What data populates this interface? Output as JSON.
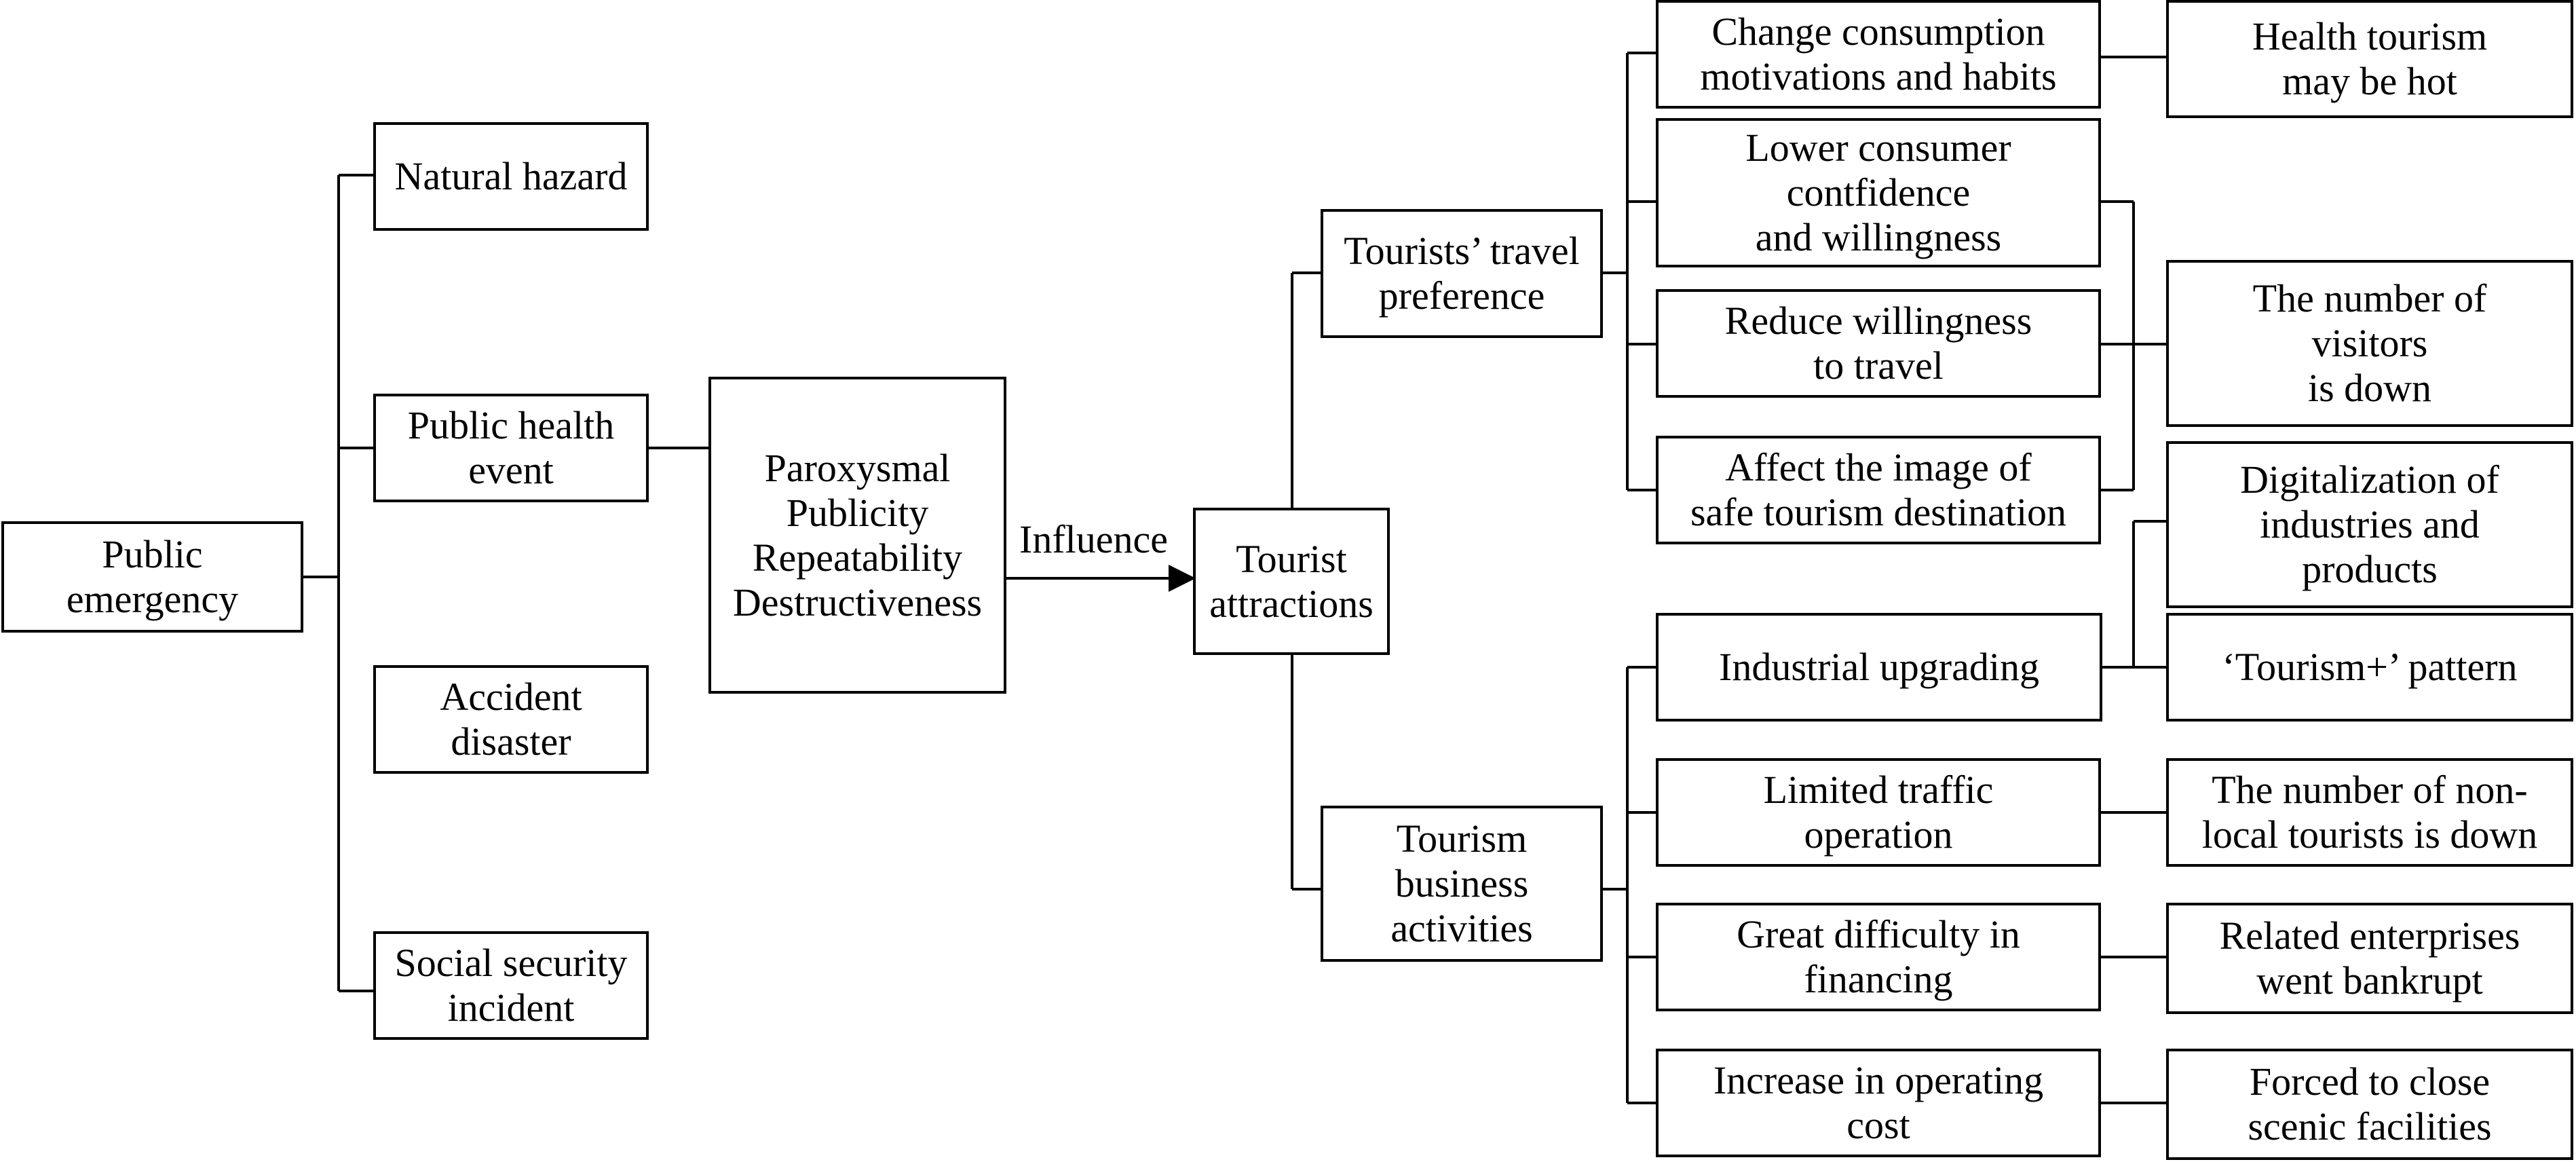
{
  "root": {
    "public_emergency": "Public\nemergency"
  },
  "types": {
    "natural_hazard": "Natural hazard",
    "public_health_event": "Public health\nevent",
    "accident_disaster": "Accident\ndisaster",
    "social_security_incident": "Social security\nincident"
  },
  "characteristics": "Paroxysmal\nPublicity\nRepeatability\nDestructiveness",
  "edge_label": "Influence",
  "target": "Tourist\nattractions",
  "branches": {
    "travel_preference": "Tourists’ travel\npreference",
    "business_activities": "Tourism\nbusiness\nactivities"
  },
  "preference_effects": {
    "change_consumption": "Change consumption\nmotivations and habits",
    "lower_confidence": "Lower consumer\ncontfidence\nand willingness",
    "reduce_willingness": "Reduce willingness\nto travel",
    "affect_image": "Affect the image of\nsafe tourism destination"
  },
  "business_effects": {
    "industrial_upgrading": "Industrial upgrading",
    "limited_traffic": "Limited traffic\noperation",
    "financing": "Great difficulty in\nfinancing",
    "operating_cost": "Increase in operating\ncost"
  },
  "outcomes": {
    "health_tourism": "Health tourism\nmay be hot",
    "visitors_down": "The number of\nvisitors\nis down",
    "digitalization": "Digitalization of\nindustries and\nproducts",
    "tourism_plus": "‘Tourism+’ pattern",
    "nonlocal_down": "The number of non-\nlocal tourists is down",
    "bankrupt": "Related enterprises\nwent bankrupt",
    "close_facilities": "Forced to close\nscenic facilities"
  },
  "colors": {
    "line": "#000000",
    "box_border": "#000000",
    "background": "#ffffff",
    "text": "#000000"
  }
}
